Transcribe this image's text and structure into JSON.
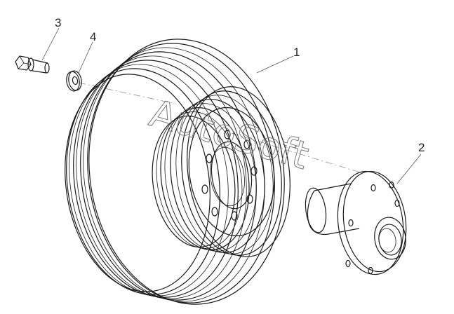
{
  "callouts": [
    {
      "label": "1",
      "part": "pulley"
    },
    {
      "label": "2",
      "part": "hub"
    },
    {
      "label": "3",
      "part": "bolt"
    },
    {
      "label": "4",
      "part": "washer"
    }
  ],
  "watermark": "AutoSoft",
  "colors": {
    "line": "#1a1a1a",
    "watermark": "#7a7a7a",
    "background": "#ffffff"
  }
}
